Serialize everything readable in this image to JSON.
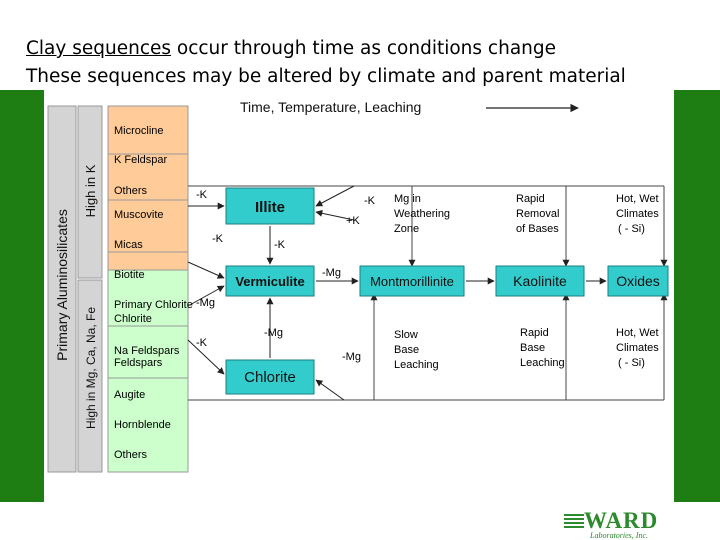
{
  "header": {
    "line1_link": "Clay sequences",
    "line1_rest": " occur through time as conditions change",
    "line2": "These sequences may be altered by climate and parent material"
  },
  "diagram": {
    "top_arrow_label": "Time, Temperature, Leaching",
    "vertical_labels": {
      "primary": "Primary Aluminosilicates",
      "high_k": "High in K",
      "high_mg": "High in Mg, Ca, Na, Fe"
    },
    "minerals": [
      "Microcline",
      "K Feldspar",
      "Others",
      "Muscovite",
      "Micas",
      "Biotite",
      "Primary Chlorite",
      "Na Feldspars",
      "Augite",
      "Hornblende",
      "Others"
    ],
    "boxes": {
      "illite": "Illite",
      "vermiculite": "Vermiculite",
      "montmorillinite": "Montmorillinite",
      "kaolinite": "Kaolinite",
      "oxides": "Oxides",
      "chlorite": "Chlorite"
    },
    "arrow_labels": {
      "minus_k_1": "-K",
      "minus_k_2": "-K",
      "minus_k_3": "-K",
      "minus_k_4": "-K",
      "plus_k": "+K",
      "minus_mg_1": "-Mg",
      "minus_mg_2": "-Mg",
      "minus_mg_3": "-Mg",
      "minus_mg_4": "-Mg",
      "minus_k_5": "-K"
    },
    "notes": {
      "mg_weathering": [
        "Mg in",
        "Weathering",
        "Zone"
      ],
      "rapid_removal": [
        "Rapid",
        "Removal",
        "of Bases"
      ],
      "hot_wet_top": [
        "Hot, Wet",
        "Climates",
        "( - Si)"
      ],
      "slow_base": [
        "Slow",
        "Base",
        "Leaching"
      ],
      "rapid_base": [
        "Rapid",
        "Base",
        "Leaching"
      ],
      "hot_wet_bottom": [
        "Hot, Wet",
        "Climates",
        "( - Si)"
      ]
    }
  },
  "logo": {
    "name": "WARD",
    "sub": "Laboratories, Inc."
  },
  "colors": {
    "background_green": "#1e7e14",
    "k_column": "#ffcc99",
    "mg_column": "#ccffcc",
    "clay_box": "#33cccc",
    "vertical_strip": "#d4d4d4"
  }
}
